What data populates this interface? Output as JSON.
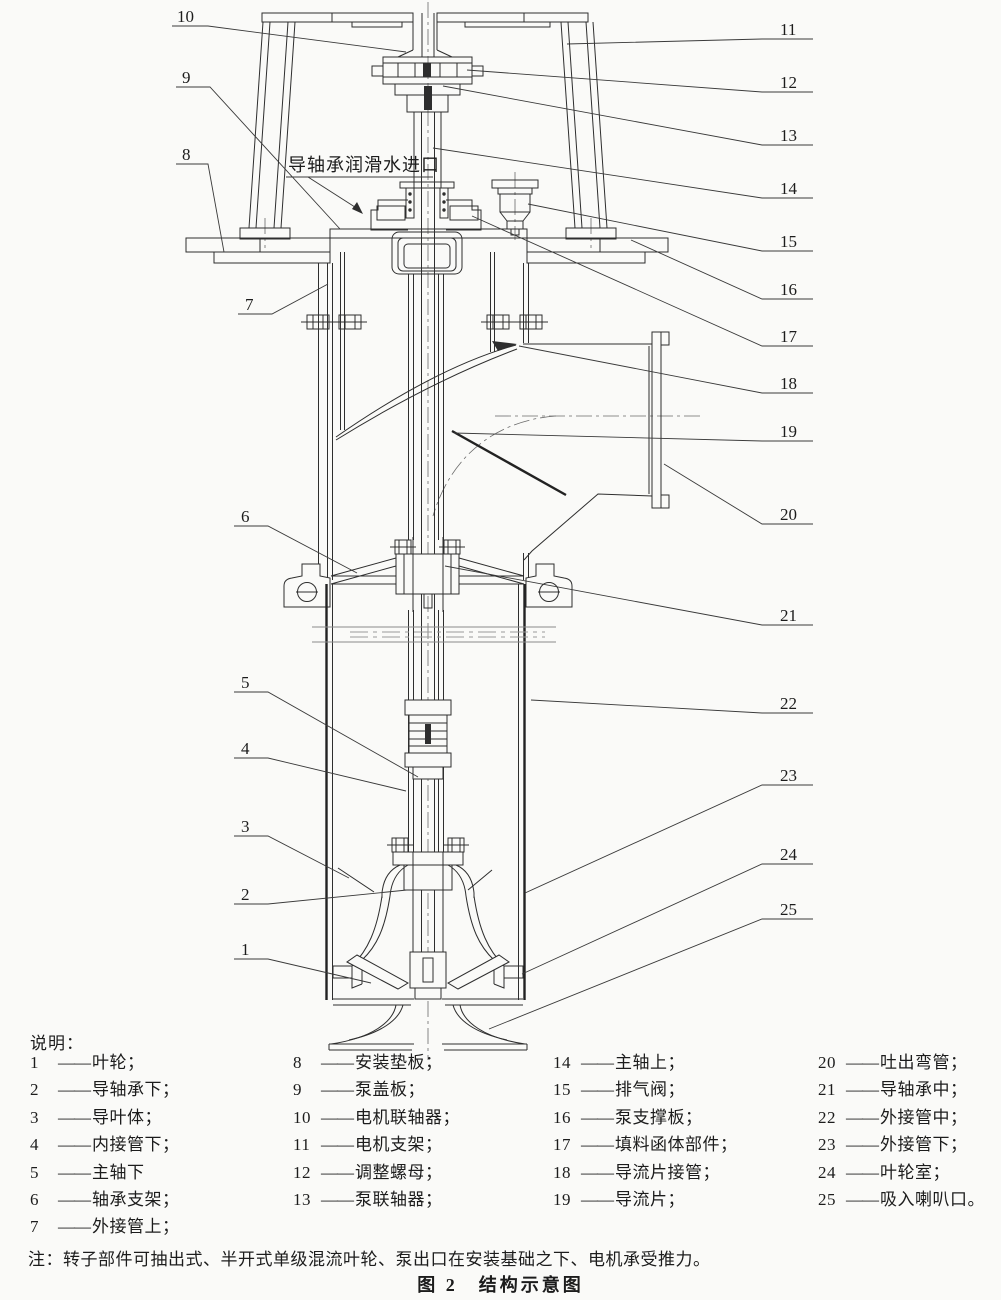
{
  "figure": {
    "annotation": "导轴承润滑水进口",
    "legend_title": "说明：",
    "dash": "——",
    "note": "注：转子部件可抽出式、半开式单级混流叶轮、泵出口在安装基础之下、电机承受推力。",
    "caption": "图 2　结构示意图"
  },
  "callouts": {
    "c1": "1",
    "c2": "2",
    "c3": "3",
    "c4": "4",
    "c5": "5",
    "c6": "6",
    "c7": "7",
    "c8": "8",
    "c9": "9",
    "c10": "10",
    "c11": "11",
    "c12": "12",
    "c13": "13",
    "c14": "14",
    "c15": "15",
    "c16": "16",
    "c17": "17",
    "c18": "18",
    "c19": "19",
    "c20": "20",
    "c21": "21",
    "c22": "22",
    "c23": "23",
    "c24": "24",
    "c25": "25"
  },
  "legend": {
    "columns": [
      {
        "items": [
          {
            "num": "1",
            "label": "叶轮；"
          },
          {
            "num": "2",
            "label": "导轴承下；"
          },
          {
            "num": "3",
            "label": "导叶体；"
          },
          {
            "num": "4",
            "label": "内接管下；"
          },
          {
            "num": "5",
            "label": "主轴下"
          },
          {
            "num": "6",
            "label": "轴承支架；"
          },
          {
            "num": "7",
            "label": "外接管上；"
          }
        ]
      },
      {
        "items": [
          {
            "num": "8",
            "label": "安装垫板；"
          },
          {
            "num": "9",
            "label": "泵盖板；"
          },
          {
            "num": "10",
            "label": "电机联轴器；"
          },
          {
            "num": "11",
            "label": "电机支架；"
          },
          {
            "num": "12",
            "label": "调整螺母；"
          },
          {
            "num": "13",
            "label": "泵联轴器；"
          }
        ]
      },
      {
        "items": [
          {
            "num": "14",
            "label": "主轴上；"
          },
          {
            "num": "15",
            "label": "排气阀；"
          },
          {
            "num": "16",
            "label": "泵支撑板；"
          },
          {
            "num": "17",
            "label": "填料函体部件；"
          },
          {
            "num": "18",
            "label": "导流片接管；"
          },
          {
            "num": "19",
            "label": "导流片；"
          }
        ]
      },
      {
        "items": [
          {
            "num": "20",
            "label": "吐出弯管；"
          },
          {
            "num": "21",
            "label": "导轴承中；"
          },
          {
            "num": "22",
            "label": "外接管中；"
          },
          {
            "num": "23",
            "label": "外接管下；"
          },
          {
            "num": "24",
            "label": "叶轮室；"
          },
          {
            "num": "25",
            "label": "吸入喇叭口。"
          }
        ]
      }
    ]
  }
}
